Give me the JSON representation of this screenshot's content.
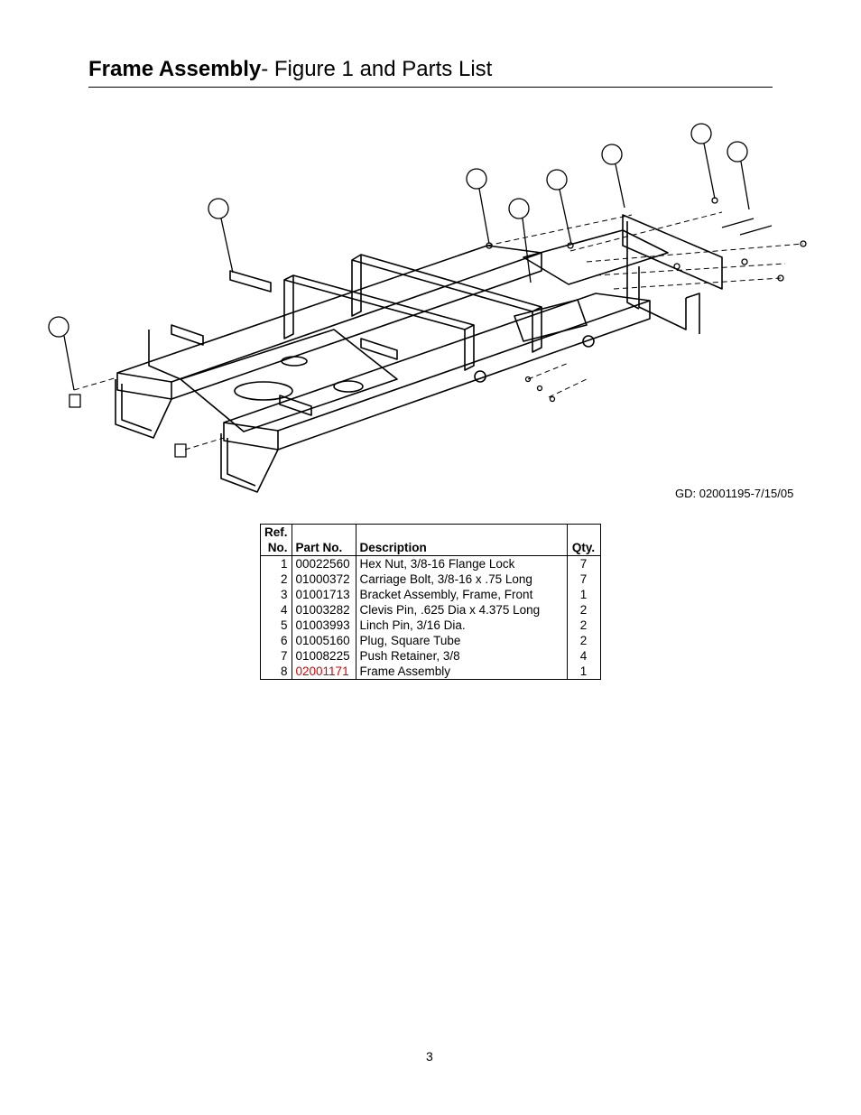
{
  "page": {
    "title_bold": "Frame Assembly",
    "title_rest": "- Figure 1 and Parts List",
    "figure_code": "GD: 02001195-7/15/05",
    "page_number": "3"
  },
  "table": {
    "headers": {
      "ref_line1": "Ref.",
      "ref_line2": "No.",
      "part": "Part No.",
      "description": "Description",
      "qty": "Qty."
    },
    "rows": [
      {
        "ref": "1",
        "part": "00022560",
        "description": "Hex Nut, 3/8-16 Flange Lock",
        "qty": "7"
      },
      {
        "ref": "2",
        "part": "01000372",
        "description": "Carriage Bolt, 3/8-16 x .75 Long",
        "qty": "7"
      },
      {
        "ref": "3",
        "part": "01001713",
        "description": "Bracket Assembly, Frame, Front",
        "qty": "1"
      },
      {
        "ref": "4",
        "part": "01003282",
        "description": "Clevis Pin, .625 Dia x 4.375 Long",
        "qty": "2"
      },
      {
        "ref": "5",
        "part": "01003993",
        "description": "Linch Pin, 3/16 Dia.",
        "qty": "2"
      },
      {
        "ref": "6",
        "part": "01005160",
        "description": "Plug, Square Tube",
        "qty": "2"
      },
      {
        "ref": "7",
        "part": "01008225",
        "description": "Push Retainer, 3/8",
        "qty": "4"
      },
      {
        "ref": "8",
        "part": "02001171",
        "description": "Frame Assembly",
        "qty": "1"
      }
    ],
    "highlight_color": "#e00000"
  }
}
